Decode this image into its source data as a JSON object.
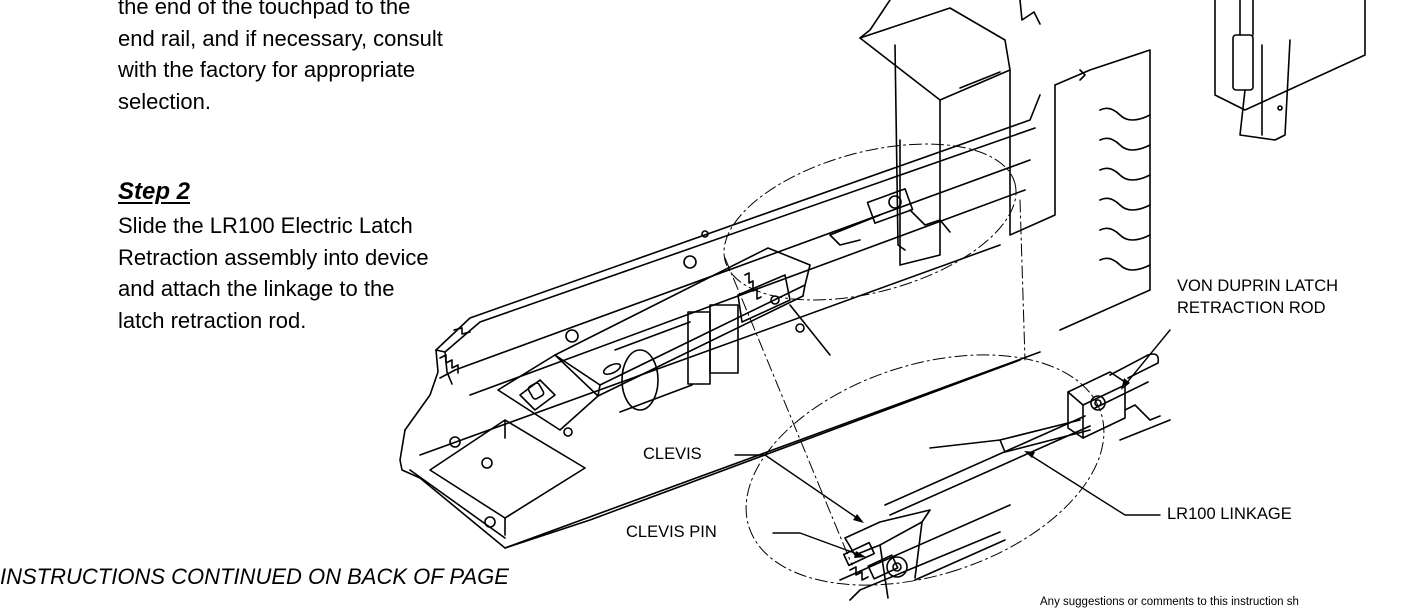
{
  "intro": {
    "lines": [
      "the end of the touchpad to the",
      "end rail, and if necessary, consult",
      "with the factory for appropriate",
      "selection."
    ]
  },
  "step2": {
    "heading": "Step 2",
    "lines": [
      "Slide the LR100 Electric Latch",
      "Retraction assembly into device",
      "and attach the linkage to the",
      "latch retraction rod."
    ]
  },
  "callouts": {
    "latch_rod_line1": "VON DUPRIN LATCH",
    "latch_rod_line2": "RETRACTION ROD",
    "clevis": "CLEVIS",
    "clevis_pin": "CLEVIS PIN",
    "linkage": "LR100 LINKAGE"
  },
  "footer": {
    "continued": "INSTRUCTIONS CONTINUED ON BACK OF PAGE",
    "comments": "Any suggestions or comments to this instruction sh"
  }
}
